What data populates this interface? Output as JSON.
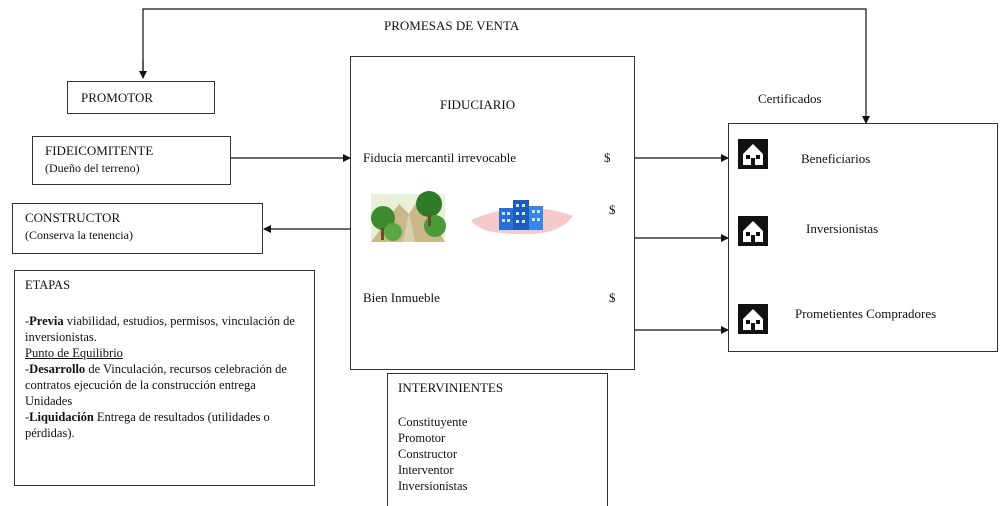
{
  "top_label": "PROMESAS DE VENTA",
  "promotor": "PROMOTOR",
  "fideicomitente": {
    "title": "FIDEICOMITENTE",
    "sub": "(Dueño del terreno)"
  },
  "constructor": {
    "title": "CONSTRUCTOR",
    "sub": "(Conserva la tenencia)"
  },
  "fiduciario": {
    "title": "FIDUCIARIO",
    "fiducia": "Fiducia mercantil irrevocable",
    "bien": "Bien Inmueble",
    "dollar": "$"
  },
  "certificados": "Certificados",
  "holders": [
    "Beneficiarios",
    "Inversionistas",
    "Prometientes Compradores"
  ],
  "etapas": {
    "title": "ETAPAS",
    "previa_bold": "Previa",
    "previa_text": " viabilidad, estudios, permisos, vinculación de inversionistas.",
    "punto": "Punto de Equilibrio",
    "desarrollo_bold": "Desarrollo",
    "desarrollo_text": " de Vinculación, recursos celebración de contratos ejecución de la construcción entrega Unidades",
    "liquidacion_bold": "Liquidación",
    "liquidacion_text": " Entrega de resultados (utilidades o pérdidas)."
  },
  "intervinientes": {
    "title": "INTERVINIENTES",
    "items": [
      "Constituyente",
      "Promotor",
      "Constructor",
      "Interventor",
      "Inversionistas"
    ]
  }
}
